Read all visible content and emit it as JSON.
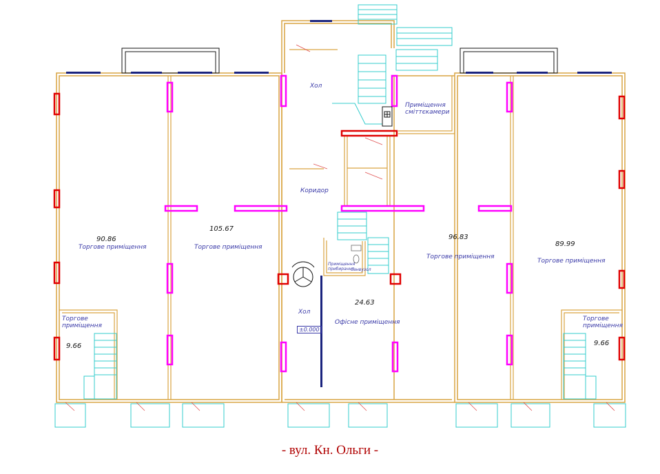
{
  "rooms": {
    "r1": {
      "area": "90.86",
      "name": "Торгове приміщення"
    },
    "r2": {
      "area": "105.67",
      "name": "Торгове приміщення"
    },
    "r3": {
      "area": "96.83",
      "name": "Торгове приміщення"
    },
    "r4": {
      "area": "89.99",
      "name": "Торгове приміщення"
    },
    "r5": {
      "area": "9.66",
      "name": "Торгове приміщення"
    },
    "r6": {
      "area": "9.66",
      "name": "Торгове приміщення"
    },
    "office": {
      "area": "24.63",
      "name": "Офісне приміщення"
    },
    "hall_top": {
      "name": "Хол"
    },
    "hall_bottom": {
      "name": "Хол"
    },
    "corridor": {
      "name": "Коридор"
    },
    "garbage": {
      "name": "Приміщення сміттєкамери"
    },
    "cleaning": {
      "name": "Приміщення прибирання"
    },
    "wc": {
      "name": "Санвузол"
    }
  },
  "level_mark": "±0.000",
  "street_label": "- вул. Кн. Ольги -",
  "colors": {
    "wall": "#d9a441",
    "window": "#1a237e",
    "column_red": "#e00000",
    "column_magenta": "#ff00ff",
    "stairs": "#33cccc",
    "annotation": "#3a3aa8",
    "street": "#b00000"
  }
}
